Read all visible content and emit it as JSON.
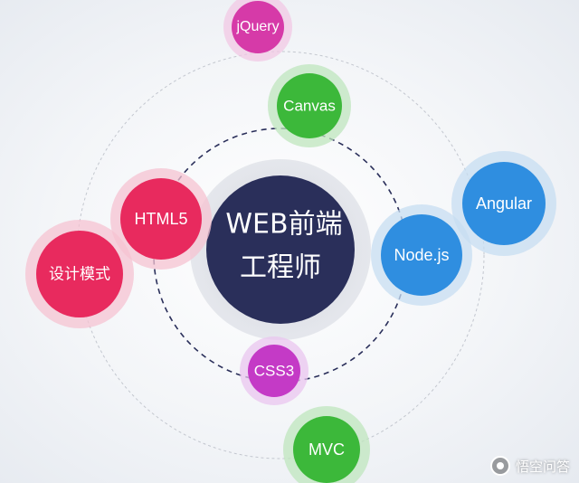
{
  "center": {
    "line1": "WEB前端",
    "line2": "工程师",
    "color": "#2a2f5a"
  },
  "nodes": {
    "jquery": {
      "label": "jQuery",
      "color": "#d63aa8"
    },
    "canvas": {
      "label": "Canvas",
      "color": "#3cb83a"
    },
    "html5": {
      "label": "HTML5",
      "color": "#e82a5e"
    },
    "design": {
      "label": "设计模式",
      "color": "#e82a5e"
    },
    "angular": {
      "label": "Angular",
      "color": "#2f8ee0"
    },
    "nodejs": {
      "label": "Node.js",
      "color": "#2f8ee0"
    },
    "css3": {
      "label": "CSS3",
      "color": "#c43ac6"
    },
    "mvc": {
      "label": "MVC",
      "color": "#3cb83a"
    }
  },
  "watermark": {
    "text": "悟空问答"
  }
}
